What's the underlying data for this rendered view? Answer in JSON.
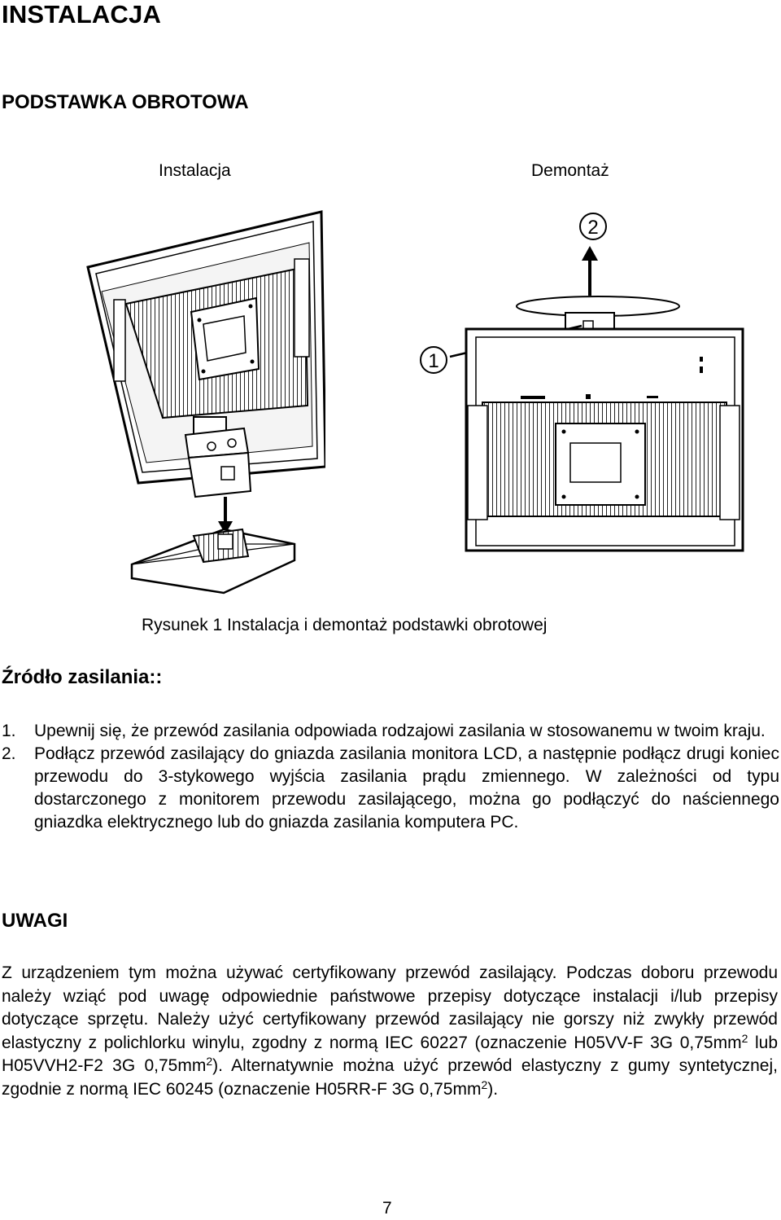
{
  "title": "INSTALACJA",
  "section": "PODSTAWKA OBROTOWA",
  "figure": {
    "label_install": "Instalacja",
    "label_removal": "Demontaż",
    "step1": "1",
    "step2": "2",
    "caption": "Rysunek 1 Instalacja i demontaż podstawki obrotowej"
  },
  "power": {
    "heading": "Źródło zasilania::",
    "items": [
      {
        "num": "1.",
        "text": "Upewnij się, że przewód zasilania odpowiada rodzajowi zasilania w stosowanemu w twoim kraju."
      },
      {
        "num": "2.",
        "text": "Podłącz przewód zasilający do gniazda zasilania monitora LCD, a następnie podłącz drugi koniec przewodu do 3-stykowego wyjścia zasilania prądu zmiennego. W zależności od typu dostarczonego z monitorem przewodu zasilającego, można go podłączyć do naściennego gniazdka elektrycznego lub do gniazda zasilania komputera PC."
      }
    ]
  },
  "notes": {
    "heading": "UWAGI",
    "p1": "Z urządzeniem tym można używać certyfikowany przewód zasilający. Podczas doboru przewodu należy wziąć pod uwagę odpowiednie państwowe przepisy dotyczące instalacji i/lub przepisy dotyczące sprzętu. Należy użyć certyfikowany przewód zasilający nie gorszy niż zwykły przewód elastyczny z polichlorku winylu, zgodny z normą IEC 60227 (oznaczenie H05VV-F 3G 0,75mm",
    "sup1": "2",
    "p2": " lub H05VVH2-F2 3G 0,75mm",
    "sup2": "2",
    "p3": "). Alternatywnie można użyć przewód elastyczny z gumy syntetycznej, zgodnie z normą IEC 60245 (oznaczenie H05RR-F 3G 0,75mm",
    "sup3": "2",
    "p4": ")."
  },
  "page_number": "7"
}
